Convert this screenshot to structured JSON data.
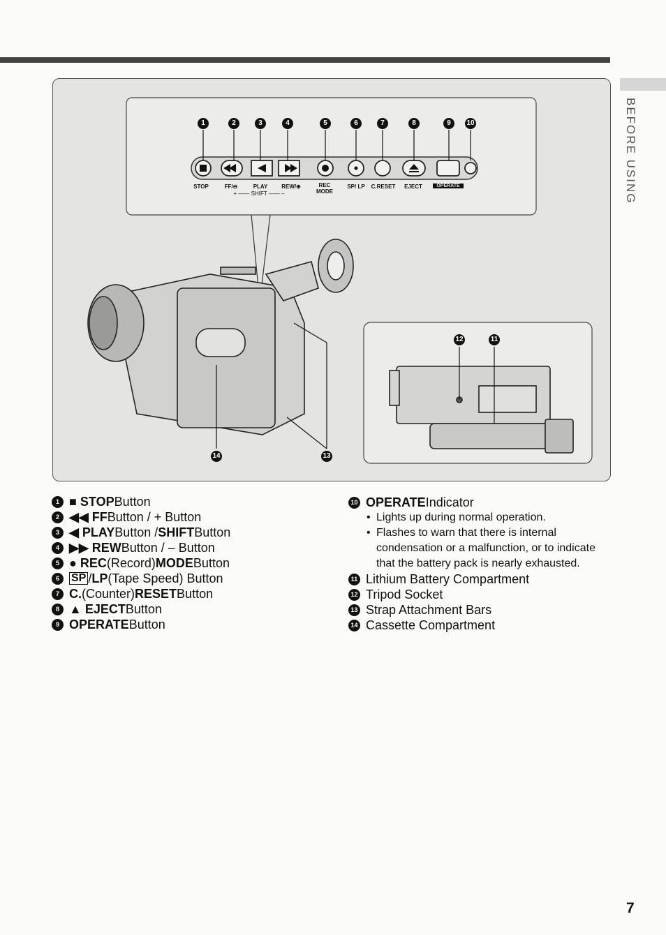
{
  "side_tab": {
    "label": "BEFORE USING"
  },
  "page_number": "7",
  "diagram": {
    "callouts_top": [
      "1",
      "2",
      "3",
      "4",
      "5",
      "6",
      "7",
      "8",
      "9",
      "10"
    ],
    "button_labels": {
      "stop": "STOP",
      "ff": "FF/⊖",
      "play": "PLAY",
      "rew": "REW/⊕",
      "rec": "REC",
      "rec_mode": "MODE",
      "sp_lp": "SP/ LP",
      "c_reset": "C.RESET",
      "eject": "EJECT",
      "operate": "OPERATE",
      "shift_scale": "+ —— SHIFT —— –"
    },
    "callouts_body": [
      "14",
      "13"
    ],
    "callouts_inset": [
      "12",
      "11"
    ]
  },
  "legend_left": [
    {
      "num": "1",
      "icon": "■",
      "bold": "STOP",
      "rest": " Button"
    },
    {
      "num": "2",
      "icon": "◀◀",
      "bold": "FF",
      "rest": " Button / + Button"
    },
    {
      "num": "3",
      "icon": "◀",
      "bold": "PLAY",
      "rest": " Button / ",
      "bold2": "SHIFT",
      "rest2": " Button"
    },
    {
      "num": "4",
      "icon": "▶▶",
      "bold": "REW",
      "rest": " Button / – Button"
    },
    {
      "num": "5",
      "icon": "●",
      "bold": "REC",
      "rest": " (Record) ",
      "bold2": "MODE",
      "rest2": " Button"
    },
    {
      "num": "6",
      "icon": "SP",
      "bold": "",
      "rest": " / ",
      "bold2": "LP",
      "rest2": " (Tape Speed) Button"
    },
    {
      "num": "7",
      "icon": "",
      "bold": "C.",
      "rest": " (Counter) ",
      "bold2": "RESET",
      "rest2": " Button"
    },
    {
      "num": "8",
      "icon": "▲",
      "bold": "EJECT",
      "rest": " Button"
    },
    {
      "num": "9",
      "icon": "",
      "bold": "OPERATE",
      "rest": " Button"
    }
  ],
  "legend_right": {
    "operate": {
      "num": "10",
      "bold": "OPERATE",
      "rest": " Indicator"
    },
    "bullets": [
      "Lights up during normal operation.",
      "Flashes to warn that there is internal condensation or a malfunction, or to indicate that the battery pack is nearly exhausted."
    ],
    "items": [
      {
        "num": "11",
        "text": "Lithium Battery Compartment"
      },
      {
        "num": "12",
        "text": "Tripod Socket"
      },
      {
        "num": "13",
        "text": "Strap Attachment Bars"
      },
      {
        "num": "14",
        "text": "Cassette Compartment"
      }
    ]
  }
}
